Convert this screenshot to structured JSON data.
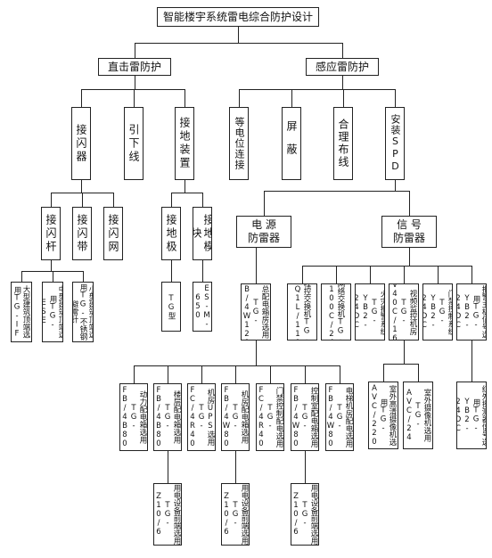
{
  "title": "智能楼宇系统雷电综合防护设计",
  "direct": {
    "label": "直击雷防护",
    "air_terminal": "接闪器",
    "down_conductor": "引下线",
    "grounding": "接地装置",
    "air_rod": "接闪杆",
    "air_belt": "接闪带",
    "air_net": "接闪网",
    "rod_large": "大型建筑顶端选用TG-IF",
    "rod_medium": "中型建筑顶端选用TG-ESE",
    "rod_small": "小型建筑顶端选用TG-不锈钢避雷针",
    "ground_pole": "接地极",
    "ground_module": "接地模块",
    "ground_pole_model": "TG型",
    "ground_module_model": "ES-M-650"
  },
  "induced": {
    "label": "感应雷防护",
    "equipotential": "等电位连接",
    "shielding": "屏蔽",
    "wiring": "合理布线",
    "spd": "安装SPD"
  },
  "power": {
    "label_line1": "电 源",
    "label_line2": "防雷器",
    "main_box": "总配电箱房选用TG-FB/4W120",
    "children": [
      {
        "id": "dynamic-box",
        "text": "动力配电箱选用TG-FB/4B80"
      },
      {
        "id": "floor-box",
        "text": "楼层配电箱选用TG-FB/4B80"
      },
      {
        "id": "ups",
        "text": "机房UPS选用TG-FC/4R40"
      },
      {
        "id": "machine-room-box",
        "text": "机房配电箱选用TG-FB/4W80"
      },
      {
        "id": "access-control-box",
        "text": "门禁控制配电选用TG-FC/4R40"
      },
      {
        "id": "control-room-box",
        "text": "控制室配电箱选用TG-FB/4W80"
      },
      {
        "id": "elevator-room-box",
        "text": "电梯机房配电选用TG-FB/4W80"
      }
    ],
    "front_end_floor": "用电设备前端选用TG-Z10/6",
    "front_end_machine": "用电设备前端选用TG-Z10/6",
    "front_end_control": "用电设备前端选用TG-Z10/6"
  },
  "signal": {
    "label_line1": "信 号",
    "label_line2": "防雷器",
    "children": [
      {
        "id": "pbx",
        "text": "程控交换机TG-XQ1L/110"
      },
      {
        "id": "network-switch",
        "text": "网络交换机TG-C100C/24"
      },
      {
        "id": "fire-alarm",
        "text": "火灾报警系统TG-YB2-24DC"
      },
      {
        "id": "video-room",
        "text": "视频监控机房TG-V40C/16"
      },
      {
        "id": "access-control",
        "text": "门禁控制系统TG-YB2-24DC"
      },
      {
        "id": "alarm-host",
        "text": "报警主机信号选用TG-YB2-24DC"
      }
    ],
    "camera_hd": "室外高清摄像机选用TG-AVC/220",
    "camera_outdoor": "室外摄像机选用TG-AVC/24",
    "ir_detector": "红外探测器信号选用TG-YB2-24DC"
  }
}
